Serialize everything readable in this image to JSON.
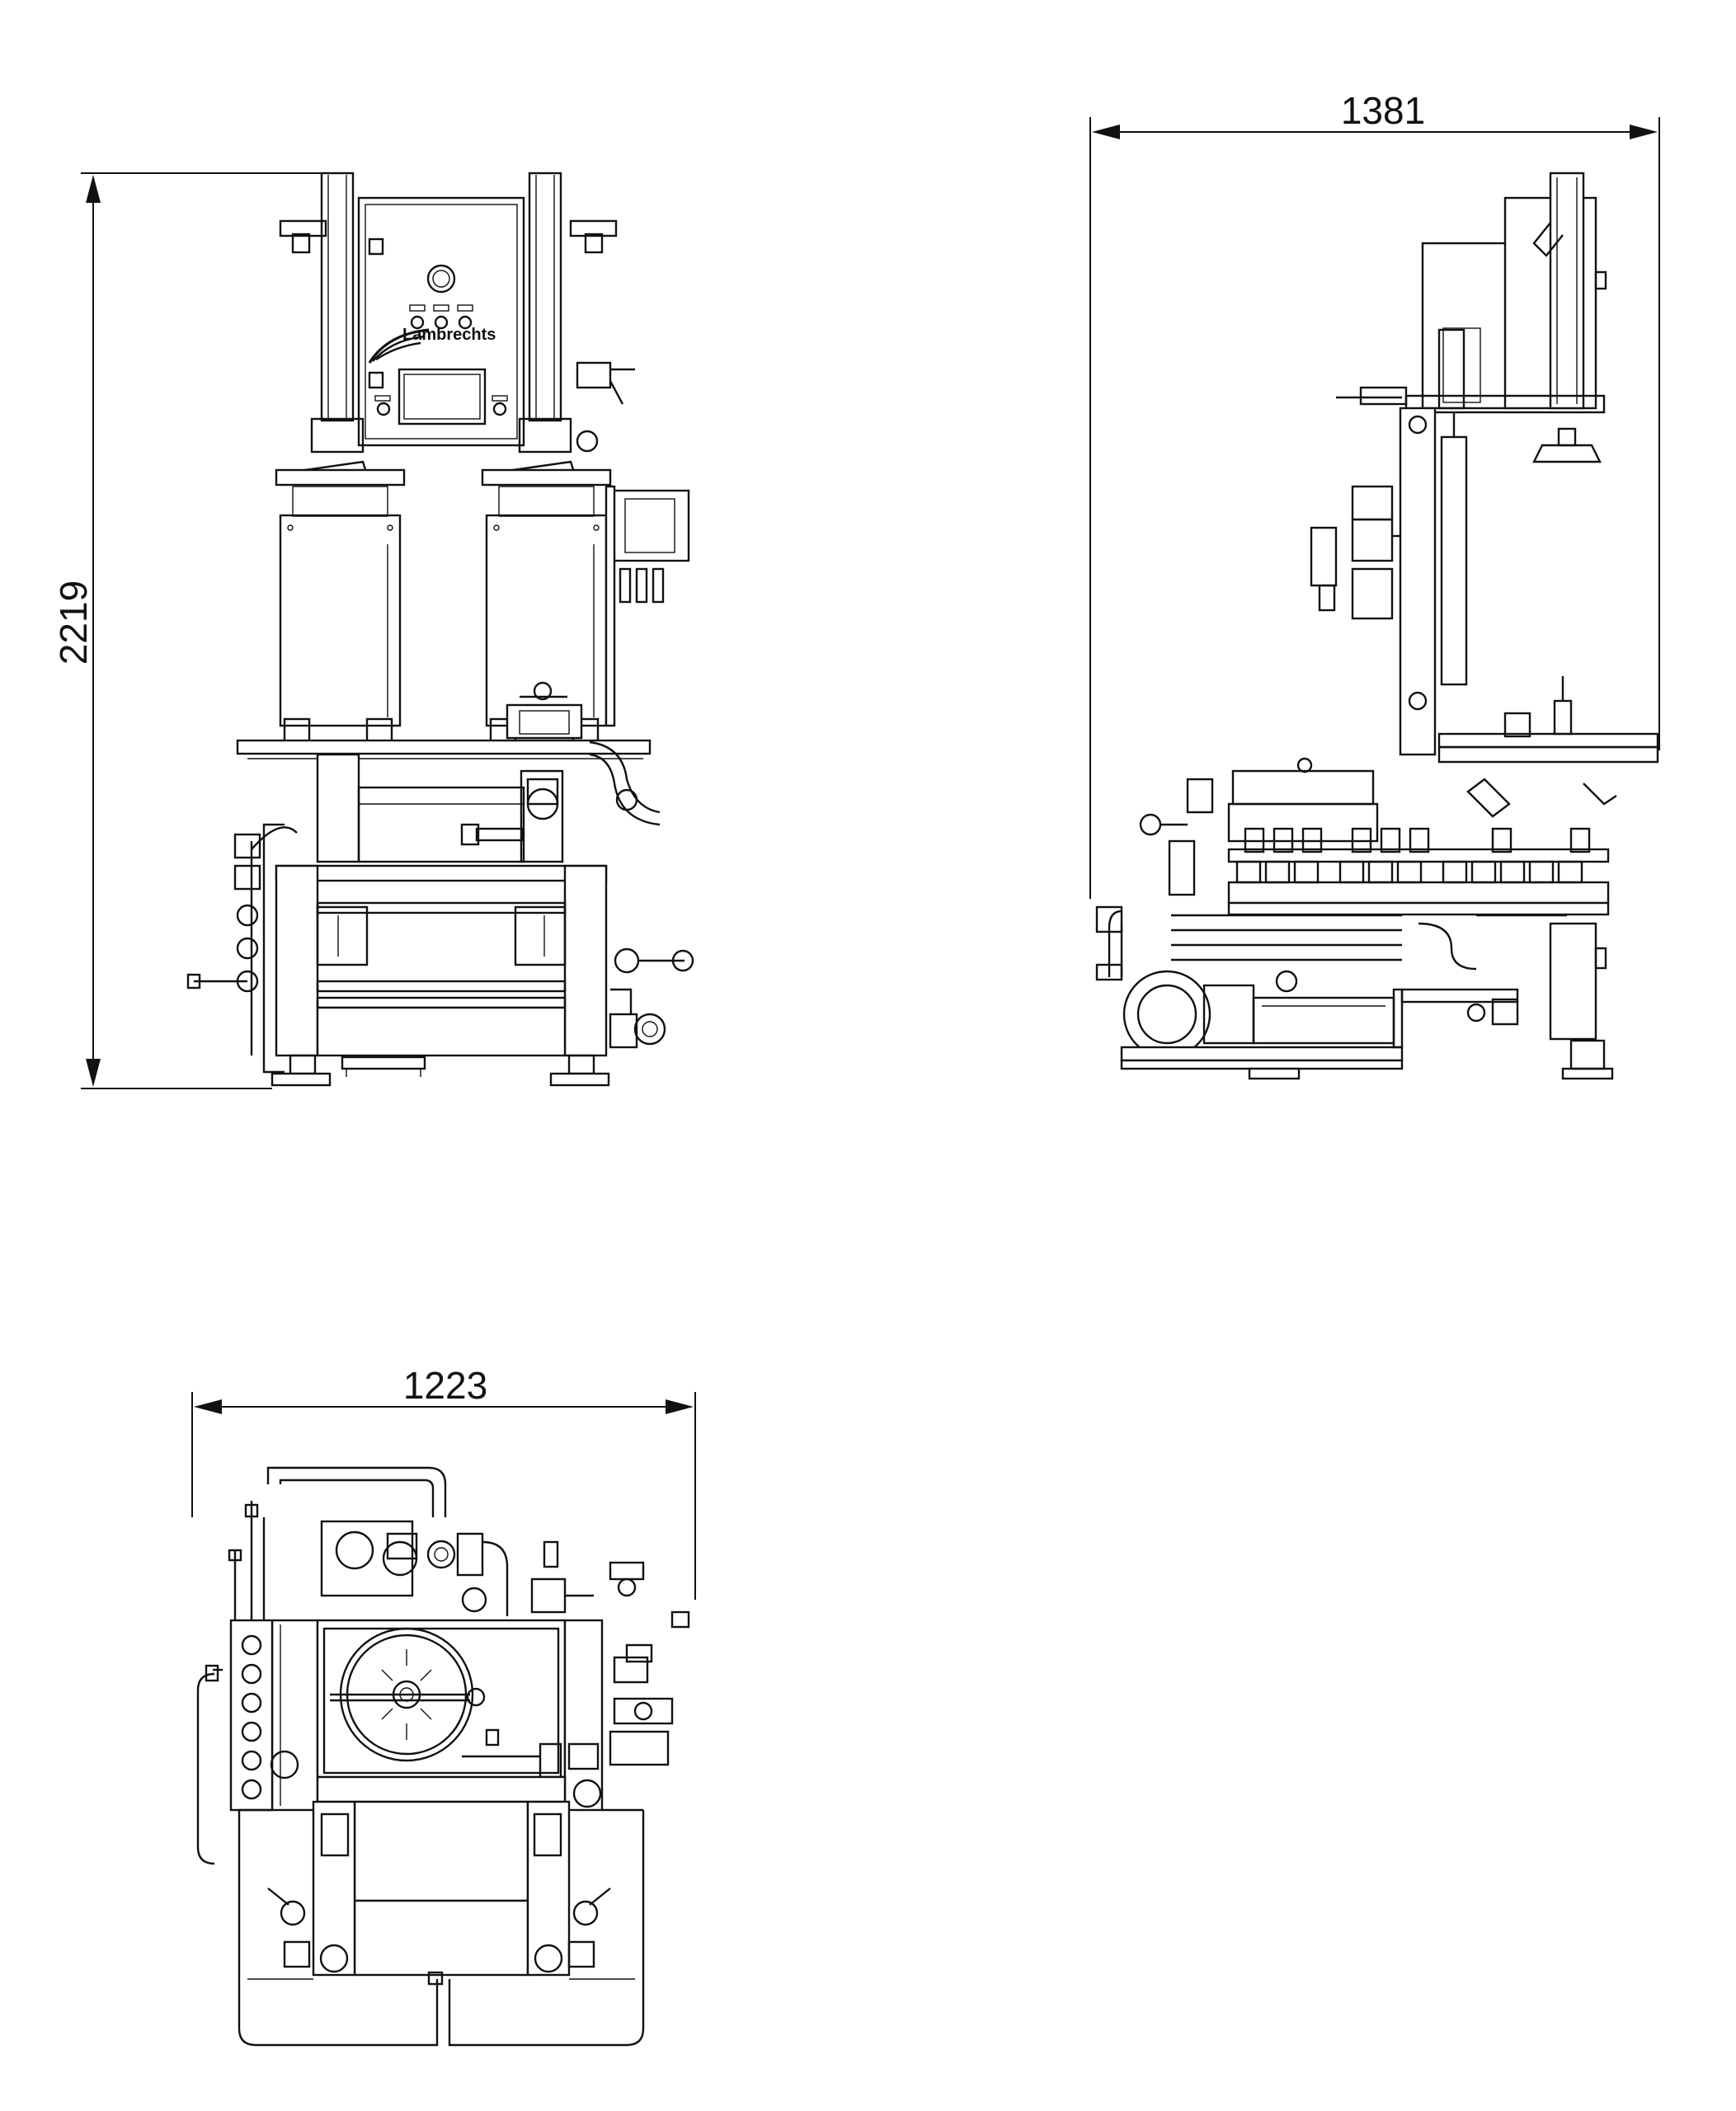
{
  "dimensions": {
    "height_front": "2219",
    "width_side": "1381",
    "width_top": "1223"
  },
  "brand": {
    "logo_text": "Lambrechts"
  },
  "colors": {
    "line": "#111111",
    "background": "#ffffff"
  }
}
